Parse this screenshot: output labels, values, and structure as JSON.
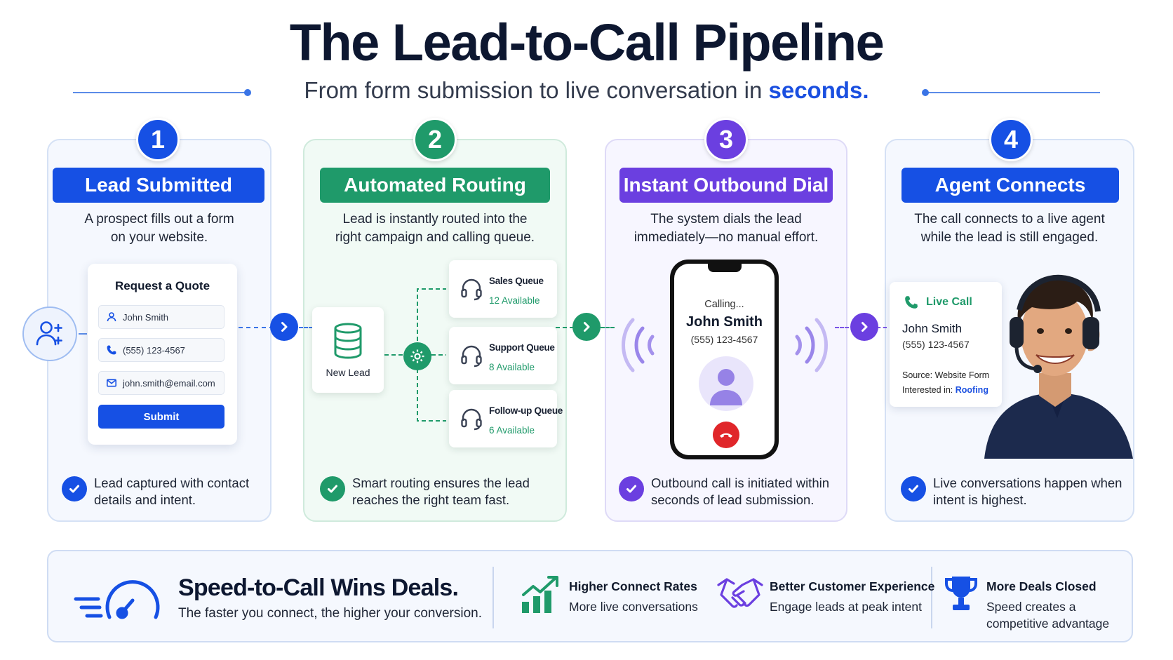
{
  "header": {
    "title": "The Lead-to-Call Pipeline",
    "subtitle_prefix": "From form submission to live conversation in",
    "subtitle_highlight": "seconds."
  },
  "steps": [
    {
      "number": "1",
      "title": "Lead Submitted",
      "desc_line1": "A prospect fills out a form",
      "desc_line2": "on your website.",
      "foot_line1": "Lead captured with contact",
      "foot_line2": "details and intent.",
      "color": "#1650e4"
    },
    {
      "number": "2",
      "title": "Automated Routing",
      "desc_line1": "Lead is instantly routed into the",
      "desc_line2": "right campaign and calling queue.",
      "foot_line1": "Smart routing ensures the lead",
      "foot_line2": "reaches the right team fast.",
      "color": "#1f9a6a"
    },
    {
      "number": "3",
      "title": "Instant Outbound Dial",
      "desc_line1": "The system dials the lead",
      "desc_line2": "immediately—no manual effort.",
      "foot_line1": "Outbound call is initiated within",
      "foot_line2": "seconds of lead submission.",
      "color": "#6b3fe0"
    },
    {
      "number": "4",
      "title": "Agent Connects",
      "desc_line1": "The call connects to a live agent",
      "desc_line2": "while the lead is still engaged.",
      "foot_line1": "Live conversations happen when",
      "foot_line2": "intent is highest.",
      "color": "#1650e4"
    }
  ],
  "form": {
    "title": "Request a Quote",
    "name": "John Smith",
    "phone": "(555) 123-4567",
    "email": "john.smith@email.com",
    "submit": "Submit"
  },
  "routing": {
    "new_lead": "New Lead",
    "queues": [
      {
        "name": "Sales Queue",
        "available": "12 Available"
      },
      {
        "name": "Support Queue",
        "available": "8 Available"
      },
      {
        "name": "Follow-up Queue",
        "available": "6 Available"
      }
    ]
  },
  "phone": {
    "status": "Calling...",
    "name": "John Smith",
    "number": "(555) 123-4567"
  },
  "live_call": {
    "title": "Live Call",
    "name": "John Smith",
    "number": "(555) 123-4567",
    "source_label": "Source:",
    "source_value": "Website Form",
    "interest_label": "Interested in:",
    "interest_value": "Roofing"
  },
  "bottom": {
    "headline": "Speed-to-Call Wins Deals.",
    "subline": "The faster you connect, the higher your conversion.",
    "features": [
      {
        "icon": "bar-chart-up-icon",
        "title": "Higher Connect Rates",
        "line1": "More live conversations",
        "line2": ""
      },
      {
        "icon": "handshake-icon",
        "title": "Better Customer Experience",
        "line1": "Engage leads at peak intent",
        "line2": ""
      },
      {
        "icon": "trophy-icon",
        "title": "More Deals Closed",
        "line1": "Speed creates a",
        "line2": "competitive advantage"
      }
    ]
  },
  "colors": {
    "blue": "#1650e4",
    "green": "#1f9a6a",
    "purple": "#6b3fe0",
    "navy": "#0d1730"
  }
}
